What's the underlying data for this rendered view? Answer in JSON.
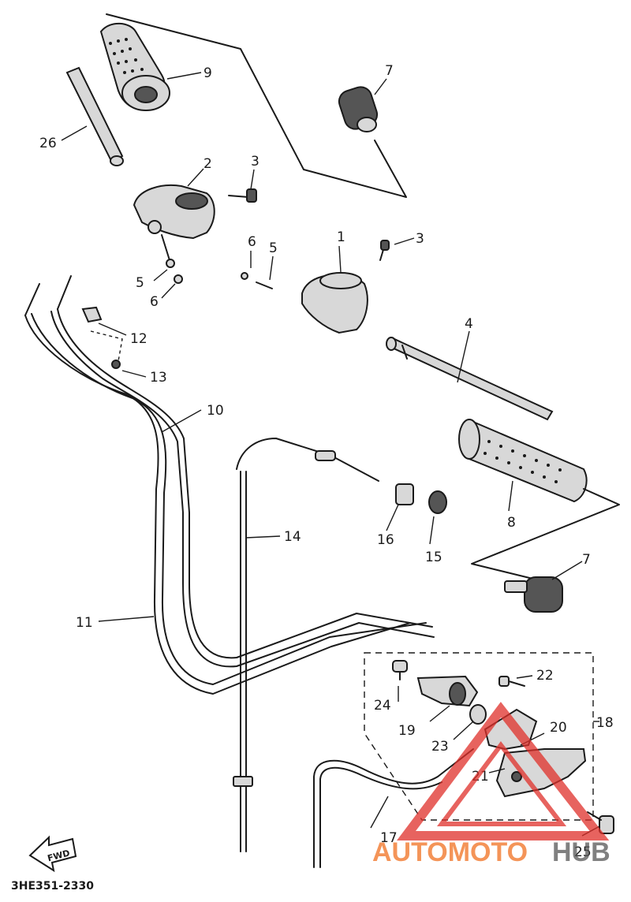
{
  "diagram": {
    "code": "3HE351-2330",
    "fwd_label": "FWD",
    "callouts": [
      "1",
      "2",
      "3",
      "3",
      "4",
      "5",
      "5",
      "6",
      "6",
      "7",
      "7",
      "8",
      "9",
      "10",
      "11",
      "12",
      "13",
      "14",
      "15",
      "16",
      "17",
      "18",
      "19",
      "20",
      "21",
      "22",
      "23",
      "24",
      "25",
      "26"
    ]
  },
  "watermark": {
    "part1": "AUTOMOTO",
    "part2": "HUB",
    "color_primary": "#f07020",
    "color_secondary": "#555555"
  }
}
